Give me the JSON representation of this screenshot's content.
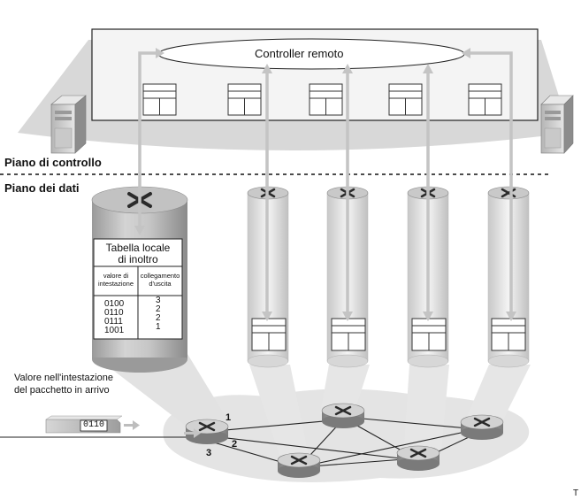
{
  "controller": {
    "label": "Controller remoto"
  },
  "planes": {
    "control": "Piano di controllo",
    "data": "Piano dei dati"
  },
  "local_table": {
    "title_line1": "Tabella locale",
    "title_line2": "di inoltro",
    "header_value_line1": "valore di",
    "header_value_line2": "intestazione",
    "header_link_line1": "collegamento",
    "header_link_line2": "d'uscita",
    "rows": [
      {
        "value": "0100",
        "link": "3"
      },
      {
        "value": "0110",
        "link": "2"
      },
      {
        "value": "0111",
        "link": "2"
      },
      {
        "value": "1001",
        "link": "1"
      }
    ]
  },
  "packet": {
    "caption_line1": "Valore nell'intestazione",
    "caption_line2": "del pacchetto in arrivo",
    "header_value": "0110"
  },
  "links": {
    "l1": "1",
    "l2": "2",
    "l3": "3"
  },
  "corner_mark": "T"
}
